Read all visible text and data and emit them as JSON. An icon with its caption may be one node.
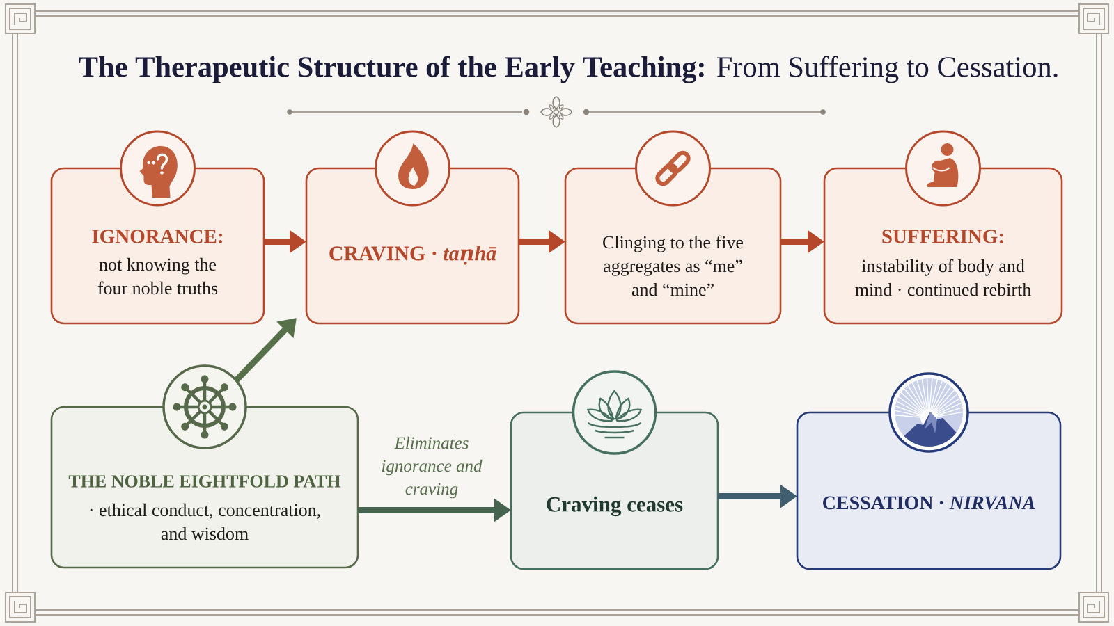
{
  "diagram": {
    "title": "**The Therapeutic Structure of the Early Teaching:** From Suffering to Cessation.",
    "nodes": [
      {
        "text": [
          "IGNORANCE:",
          "not knowing the four noble truths"
        ]
      },
      {
        "text": [
          "CRAVING · *taṇhā*"
        ]
      },
      {
        "text": [
          "Clinging to the five aggregates as “me” and “mine”"
        ]
      },
      {
        "text": [
          "SUFFERING:",
          "instability of body and mind · continued rebirth"
        ]
      },
      {
        "text": [
          "THE NOBLE EIGHTFOLD PATH",
          "· ethical conduct, concentration, and wisdom"
        ]
      },
      {
        "text": [
          "Craving ceases"
        ]
      },
      {
        "text": [
          "CESSATION · *NIRVANA*"
        ]
      }
    ],
    "edges": [
      {
        "from": 0,
        "to": 1,
        "arrow": "to"
      },
      {
        "from": 1,
        "to": 2,
        "arrow": "to"
      },
      {
        "from": 2,
        "to": 3,
        "arrow": "to"
      },
      {
        "from": 4,
        "to": 1,
        "arrow": "to",
        "color": "#56704a"
      },
      {
        "from": 4,
        "to": 5,
        "arrow": "to",
        "label": "Eliminates ignorance and craving",
        "color": "#46634f"
      },
      {
        "from": 5,
        "to": 6,
        "arrow": "to",
        "color": "#3f5f70"
      }
    ]
  }
}
